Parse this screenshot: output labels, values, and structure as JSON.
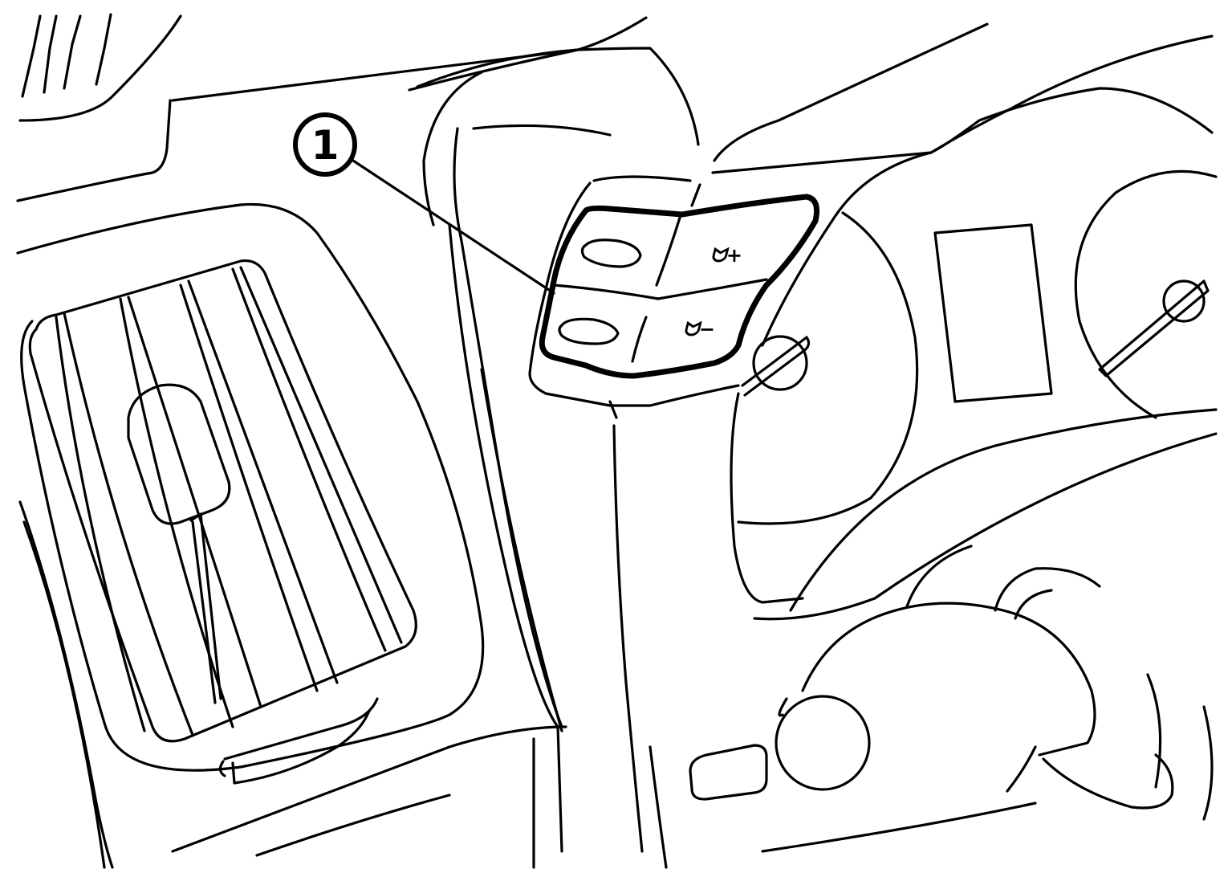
{
  "callout": {
    "number": "1"
  },
  "switch": {
    "upper_right_symbol": "ᗢ+",
    "lower_right_symbol": "ᗢ−"
  },
  "colors": {
    "line": "#000000",
    "background": "#ffffff"
  }
}
